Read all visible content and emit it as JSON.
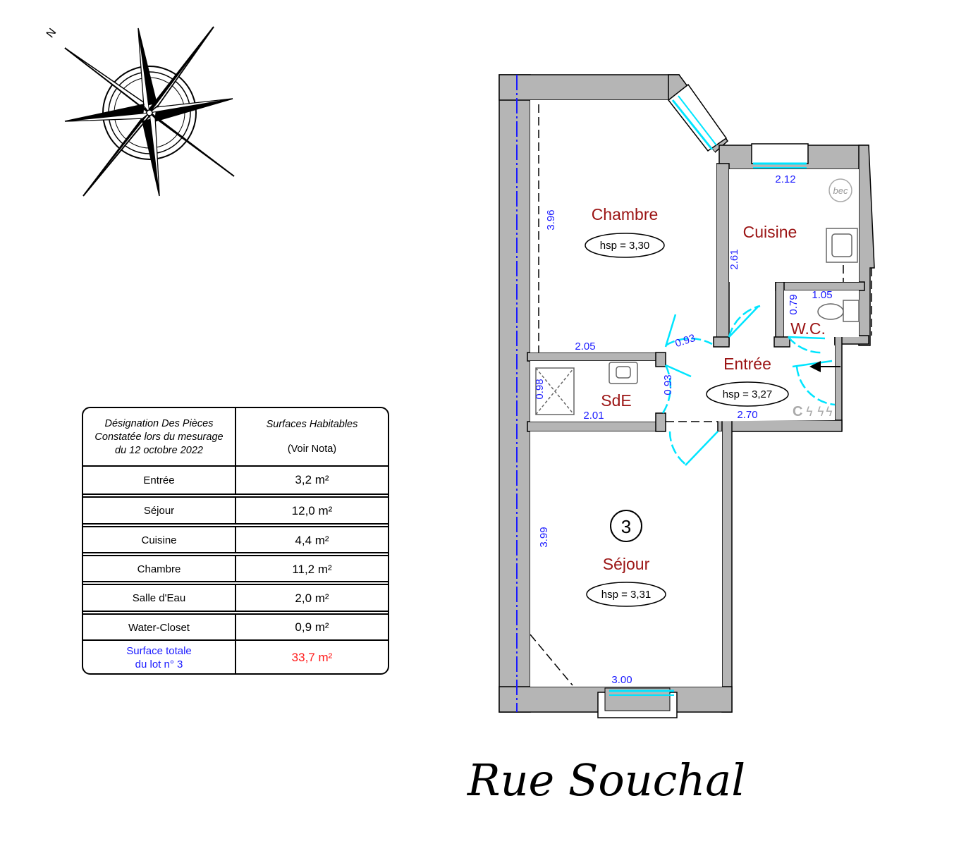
{
  "compass": {
    "north_label": "N",
    "icon": "compass-rose-icon"
  },
  "table": {
    "header_col1": [
      "Désignation Des Pièces",
      "Constatée lors du mesurage",
      "du 12 octobre 2022"
    ],
    "header_col2": [
      "Surfaces Habitables",
      "(Voir Nota)"
    ],
    "rows": [
      {
        "name": "Entrée",
        "value": "3,2 m²"
      },
      {
        "name": "Séjour",
        "value": "12,0 m²"
      },
      {
        "name": "Cuisine",
        "value": "4,4 m²"
      },
      {
        "name": "Chambre",
        "value": "11,2 m²"
      },
      {
        "name": "Salle d'Eau",
        "value": "2,0 m²"
      },
      {
        "name": "Water-Closet",
        "value": "0,9 m²"
      }
    ],
    "total_label": [
      "Surface totale",
      "du lot n° 3"
    ],
    "total_value": "33,7 m²"
  },
  "plan": {
    "lot_number": "3",
    "rooms": {
      "chambre": {
        "label": "Chambre",
        "hsp": "hsp = 3,30"
      },
      "cuisine": {
        "label": "Cuisine"
      },
      "wc": {
        "label": "W.C."
      },
      "entree": {
        "label": "Entrée",
        "hsp": "hsp = 3,27"
      },
      "sde": {
        "label": "SdE"
      },
      "sejour": {
        "label": "Séjour",
        "hsp": "hsp = 3,31"
      }
    },
    "dimensions": {
      "chambre_height": "3.96",
      "chambre_width": "2.05",
      "cuisine_window": "2.12",
      "cuisine_height": "2.61",
      "wc_width": "1.05",
      "wc_height": "0.79",
      "entree_door": "0.93",
      "sde_door": "0.93",
      "sde_height": "0.98",
      "sde_width": "2.01",
      "entree_width": "2.70",
      "sejour_height": "3.99",
      "sejour_width": "3.00"
    },
    "bec_label": "bec",
    "meter_label": "C"
  },
  "street_name": "Rue Souchal",
  "colors": {
    "wall": "#b5b5b5",
    "room_label": "#9b1414",
    "dimension": "#1a1aff",
    "door_window": "#00e5ff",
    "total_value": "#ff1a1a"
  }
}
